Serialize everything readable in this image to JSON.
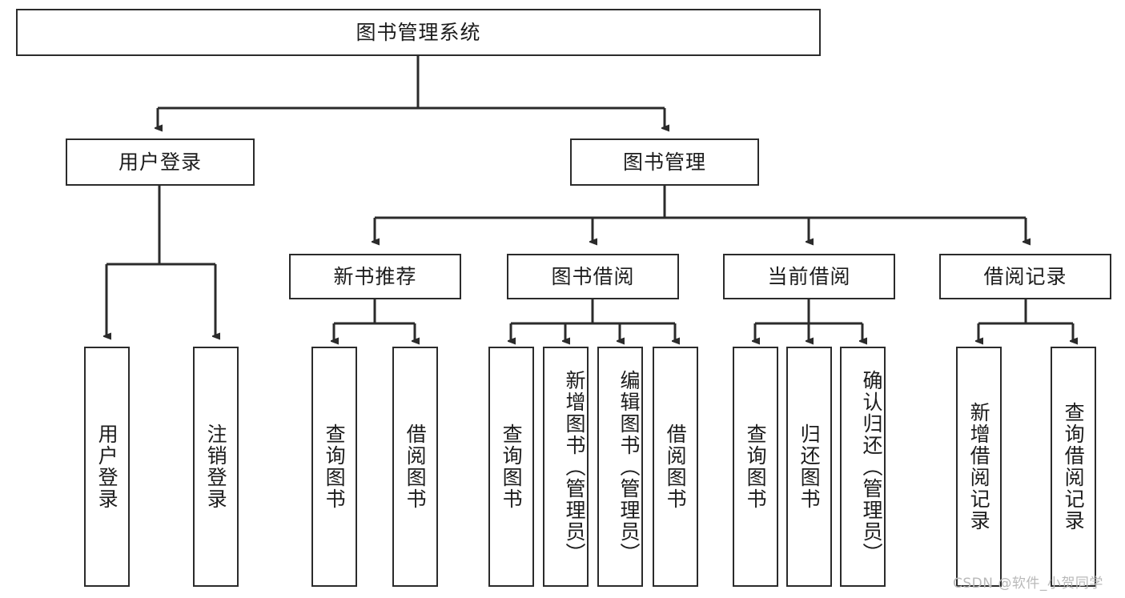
{
  "diagram": {
    "title_node": {
      "label": "图书管理系统"
    },
    "level2": [
      {
        "id": "user-login",
        "label": "用户登录"
      },
      {
        "id": "book-manage",
        "label": "图书管理"
      }
    ],
    "level3": [
      {
        "id": "new-book-recommend",
        "label": "新书推荐"
      },
      {
        "id": "book-borrow",
        "label": "图书借阅"
      },
      {
        "id": "current-borrow",
        "label": "当前借阅"
      },
      {
        "id": "borrow-record",
        "label": "借阅记录"
      }
    ],
    "leaves": {
      "user_login": [
        {
          "id": "leaf-user-login",
          "label": "用户登录"
        },
        {
          "id": "leaf-user-logout",
          "label": "注销登录"
        }
      ],
      "new_book_recommend": [
        {
          "id": "leaf-query-book-1",
          "label": "查询图书"
        },
        {
          "id": "leaf-borrow-book-1",
          "label": "借阅图书"
        }
      ],
      "book_borrow": [
        {
          "id": "leaf-query-book-2",
          "label": "查询图书"
        },
        {
          "id": "leaf-add-book",
          "label": "新增图书（管理员）"
        },
        {
          "id": "leaf-edit-book",
          "label": "编辑图书（管理员）"
        },
        {
          "id": "leaf-borrow-book-2",
          "label": "借阅图书"
        }
      ],
      "current_borrow": [
        {
          "id": "leaf-query-book-3",
          "label": "查询图书"
        },
        {
          "id": "leaf-return-book",
          "label": "归还图书"
        },
        {
          "id": "leaf-confirm-return",
          "label": "确认归还（管理员）"
        }
      ],
      "borrow_record": [
        {
          "id": "leaf-add-record",
          "label": "新增借阅记录"
        },
        {
          "id": "leaf-query-record",
          "label": "查询借阅记录"
        }
      ]
    },
    "watermark": "CSDN @软件_小贺同学",
    "colors": {
      "border": "#2b2b2b",
      "text": "#1c1c1c",
      "background": "#ffffff",
      "watermark": "#b9b9b9"
    }
  }
}
